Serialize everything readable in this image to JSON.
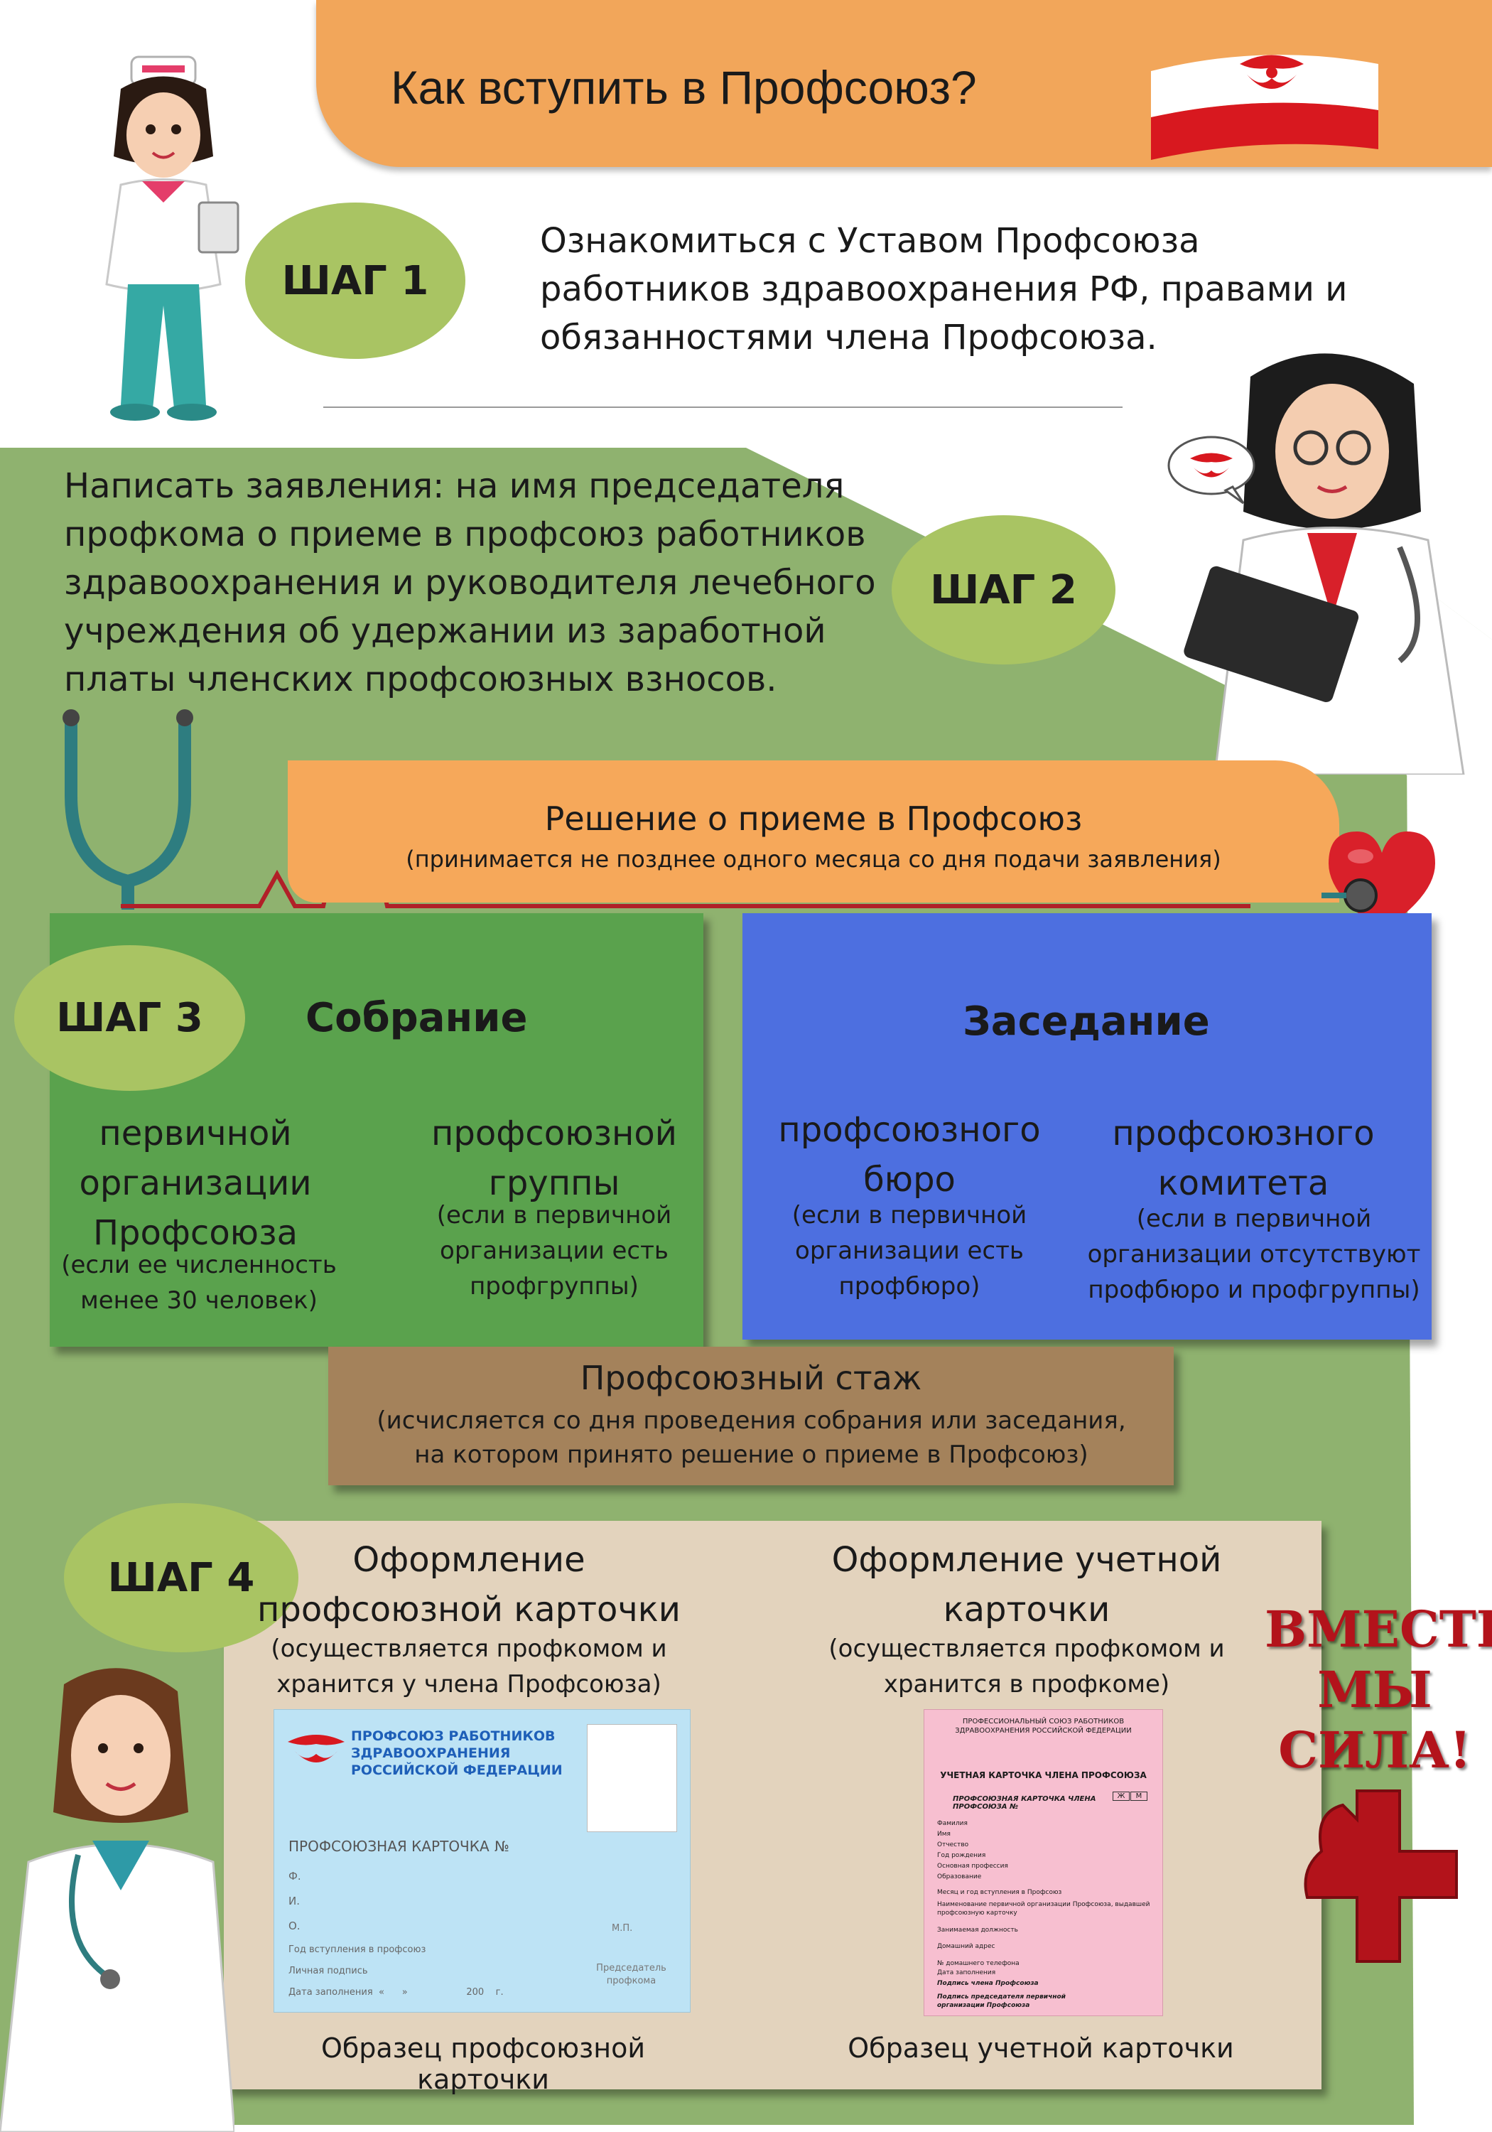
{
  "colors": {
    "title_bar": "#f2a65a",
    "green_bg": "#8fb26f",
    "step_pill": "#a9c463",
    "decision_bar": "#f6a85a",
    "meeting_green": "#5aa24d",
    "session_blue": "#4d6fe0",
    "stazh_brown": "#a4825b",
    "step4_beige": "#e3d3bd",
    "union_card": "#bde3f5",
    "account_card": "#f7bfd0",
    "slogan_red": "#b3131b"
  },
  "title": "Как вступить в Профсоюз?",
  "step1": {
    "label": "ШАГ 1",
    "text": "Ознакомиться с Уставом Профсоюза работников здравоохранения РФ, правами и обязанностями члена Профсоюза."
  },
  "step2": {
    "label": "ШАГ 2",
    "text": "Написать заявления: на имя председателя профкома о приеме в профсоюз работников здравоохранения  и руководителя лечебного учреждения об удержании из заработной платы членских профсоюзных взносов."
  },
  "decision": {
    "title": "Решение о приеме в Профсоюз",
    "note": "(принимается не позднее одного месяца со дня подачи заявления)"
  },
  "step3": {
    "label": "ШАГ 3",
    "meeting": {
      "title": "Собрание",
      "col1_title": "первичной организации Профсоюза",
      "col1_note": "(если ее численность менее 30 человек)",
      "col2_title": "профсоюзной группы",
      "col2_note": "(если в первичной организации есть профгруппы)"
    },
    "session": {
      "title": "Заседание",
      "col1_title": "профсоюзного бюро",
      "col1_note": "(если в первичной организации есть профбюро)",
      "col2_title": "профсоюзного комитета",
      "col2_note": "(если в первичной организации отсутствуют профбюро и профгруппы)"
    }
  },
  "stazh": {
    "title": "Профсоюзный стаж",
    "note": "(исчисляется со дня проведения собрания или заседания, на котором принято решение о приеме в Профсоюз)"
  },
  "step4": {
    "label": "ШАГ 4",
    "left": {
      "title": "Оформление профсоюзной карточки",
      "note": "(осуществляется профкомом и хранится у члена Профсоюза)",
      "caption": "Образец профсоюзной карточки"
    },
    "right": {
      "title": "Оформление учетной карточки",
      "note": "(осуществляется профкомом и хранится в профкоме)",
      "caption": "Образец учетной карточки"
    }
  },
  "union_card": {
    "header": "ПРОФСОЮЗ РАБОТНИКОВ ЗДРАВООХРАНЕНИЯ РОССИЙСКОЙ ФЕДЕРАЦИИ",
    "card_title": "ПРОФСОЮЗНАЯ КАРТОЧКА",
    "number_prefix": "№",
    "fields": [
      "Ф.",
      "И.",
      "О.",
      "Год вступления в профсоюз",
      "Личная подпись",
      "Дата заполнения  «      »                    200    г."
    ],
    "photo_mark": "М.П.",
    "signer": "Председатель профкома"
  },
  "account_card": {
    "header": "ПРОФЕССИОНАЛЬНЫЙ СОЮЗ РАБОТНИКОВ ЗДРАВООХРАНЕНИЯ РОССИЙСКОЙ ФЕДЕРАЦИИ",
    "card_title": "УЧЕТНАЯ КАРТОЧКА ЧЛЕНА ПРОФСОЮЗА",
    "sub_title": "ПРОФСОЮЗНАЯ КАРТОЧКА ЧЛЕНА ПРОФСОЮЗА №",
    "gender_m": "Ж",
    "gender_f": "М",
    "fields": [
      "Фамилия",
      "Имя",
      "Отчество",
      "Год рождения",
      "Основная профессия",
      "Образование",
      "Месяц и год вступления в Профсоюз",
      "Наименование первичной организации Профсоюза, выдавшей профсоюзную карточку",
      "Занимаемая должность",
      "Домашний адрес",
      "№ домашнего телефона",
      "Дата заполнения",
      "Подпись члена Профсоюза",
      "Подпись председателя первичной организации Профсоюза"
    ]
  },
  "slogan": {
    "line1": "ВМЕСТЕ",
    "line2": "МЫ",
    "line3": "СИЛА!"
  },
  "icons": {
    "logo": "union-logo-icon",
    "stethoscope": "stethoscope-icon",
    "heart": "heart-icon",
    "muscle_cross": "muscle-cross-icon"
  }
}
